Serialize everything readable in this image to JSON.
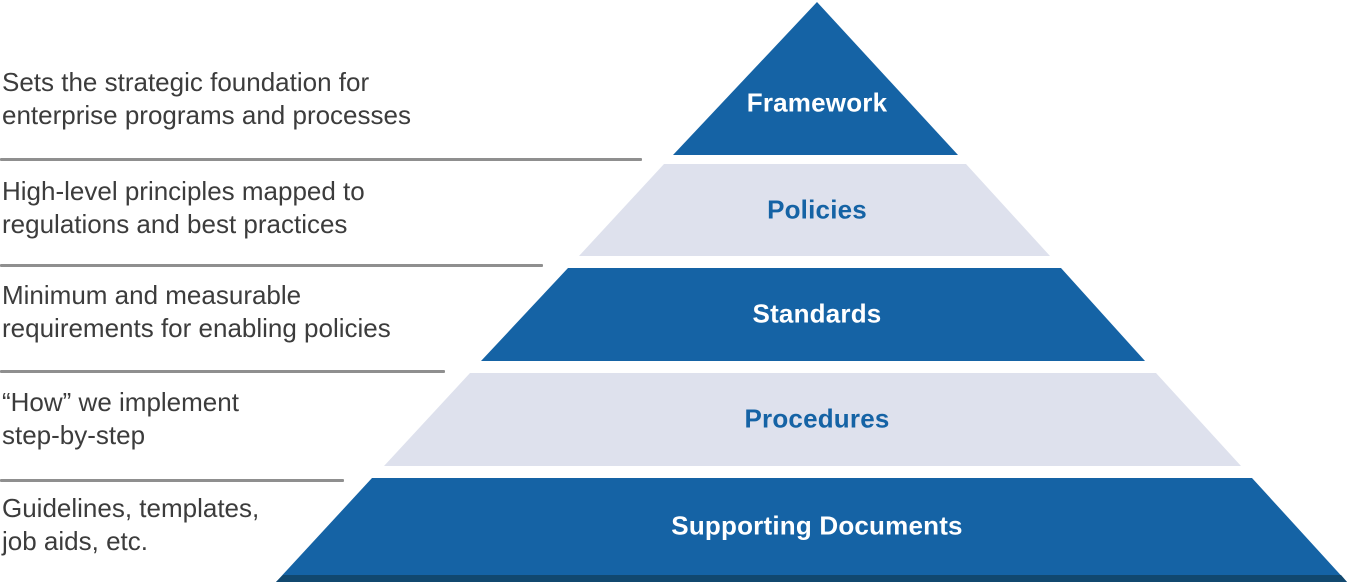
{
  "diagram": {
    "type": "pyramid-hierarchy",
    "background": "#FFFFFF",
    "colors": {
      "dark_blue": "#1563A5",
      "light_band": "#DEE1ED",
      "label_on_dark": "#FFFFFF",
      "label_on_light": "#1563A5",
      "description_text": "#3C3C3C",
      "divider": "#8F8F8F",
      "base_shadow": "#11486F"
    },
    "levels": [
      {
        "label": "Framework",
        "band": "dark",
        "fill": "#1563A5",
        "label_color": "#FFFFFF",
        "desc_lines": [
          "Sets the strategic foundation for",
          "enterprise programs and processes"
        ]
      },
      {
        "label": "Policies",
        "band": "light",
        "fill": "#DEE1ED",
        "label_color": "#1563A5",
        "desc_lines": [
          "High-level principles mapped to",
          "regulations and best practices"
        ]
      },
      {
        "label": "Standards",
        "band": "dark",
        "fill": "#1563A5",
        "label_color": "#FFFFFF",
        "desc_lines": [
          "Minimum and measurable",
          "requirements for enabling policies"
        ]
      },
      {
        "label": "Procedures",
        "band": "light",
        "fill": "#DEE1ED",
        "label_color": "#1563A5",
        "desc_lines": [
          "“How” we implement",
          "step-by-step"
        ]
      },
      {
        "label": "Supporting Documents",
        "band": "dark",
        "fill": "#1563A5",
        "label_color": "#FFFFFF",
        "desc_lines": [
          "Guidelines, templates,",
          "job aids, etc."
        ]
      }
    ]
  }
}
